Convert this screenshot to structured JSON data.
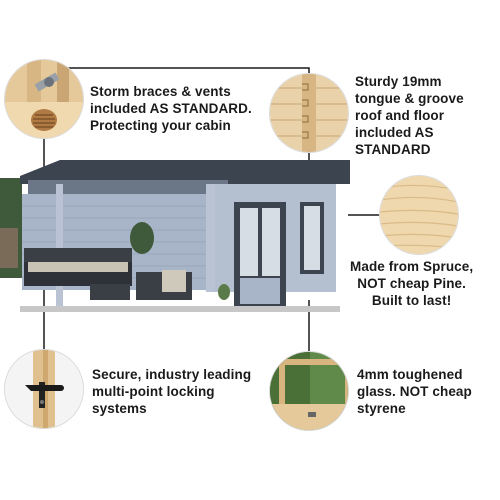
{
  "features": {
    "storm_braces": {
      "text": "Storm braces & vents\nincluded AS STANDARD.\nProtecting your cabin",
      "icon": "storm-brace-vent-icon"
    },
    "tongue_groove": {
      "text": "Sturdy 19mm\ntongue & groove\nroof and floor\nincluded AS\nSTANDARD",
      "icon": "tongue-groove-joint-icon"
    },
    "spruce": {
      "text": "Made from Spruce,\nNOT cheap Pine.\nBuilt to last!",
      "icon": "spruce-wood-grain-icon"
    },
    "locking": {
      "text": "Secure, industry leading\nmulti-point locking\nsystems",
      "icon": "door-handle-lock-icon"
    },
    "glass": {
      "text": "4mm toughened\nglass. NOT cheap\nstyrene",
      "icon": "window-glass-icon"
    }
  },
  "colors": {
    "cabin_wall": "#a8b4c8",
    "cabin_roof": "#3c4450",
    "wood": "#e6c99b",
    "line": "#1a1a1a"
  }
}
